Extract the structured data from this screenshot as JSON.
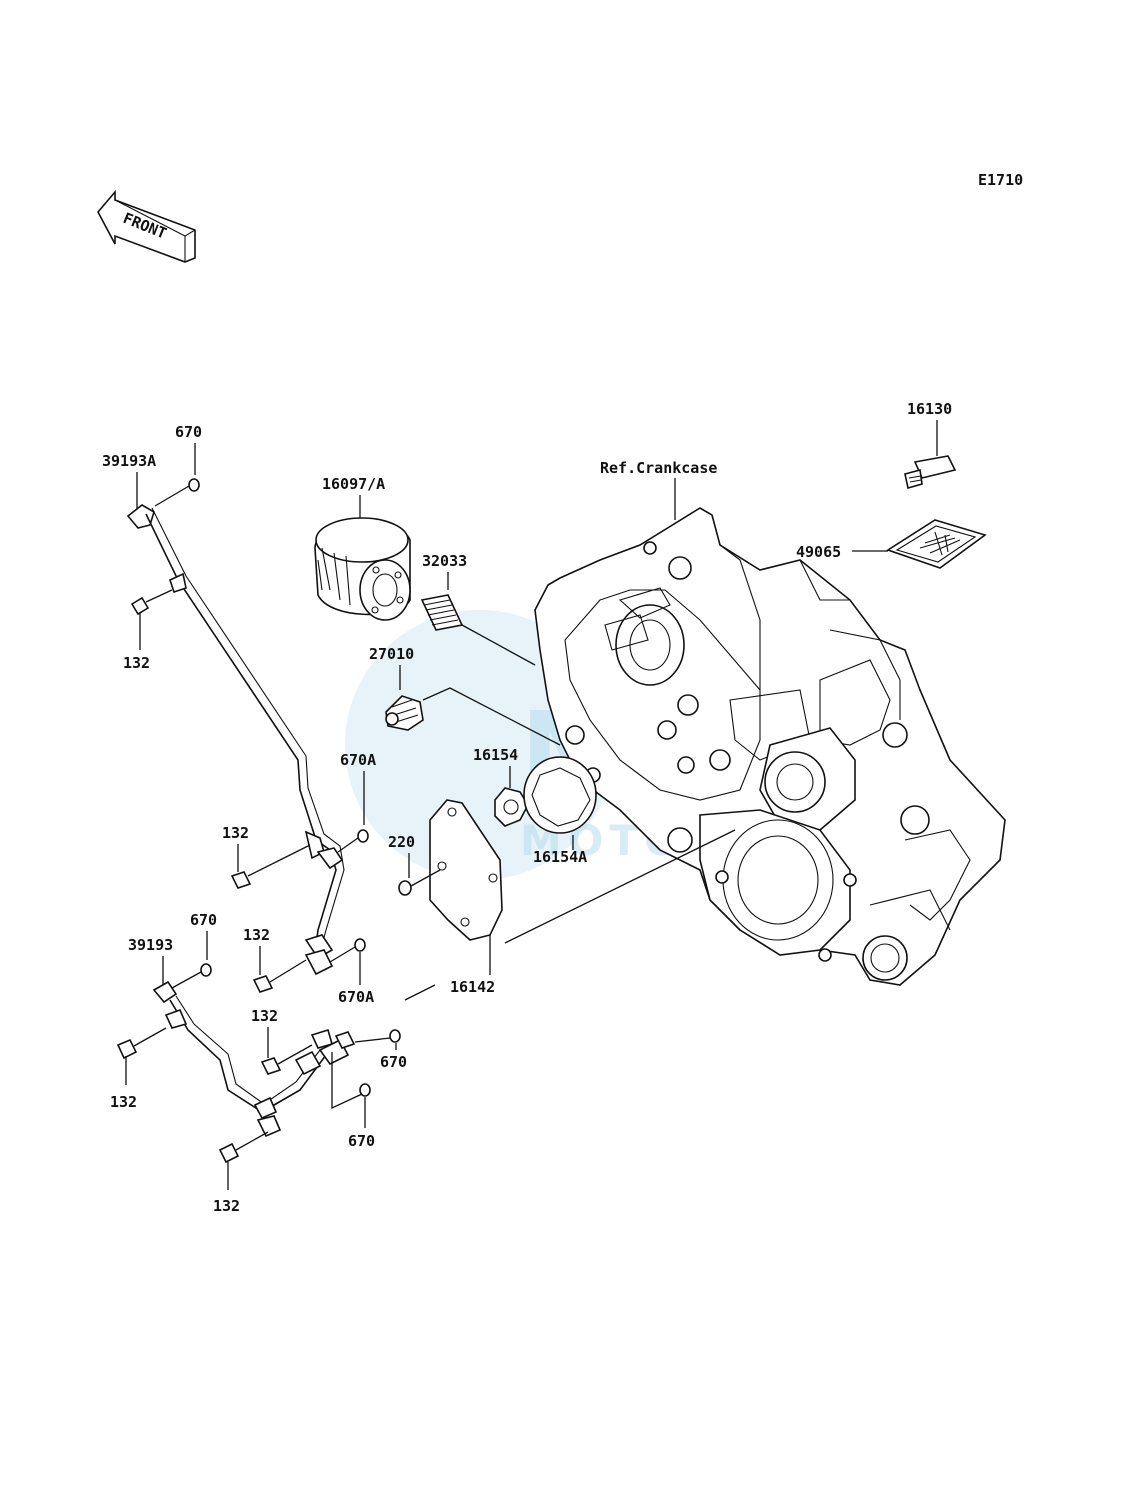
{
  "diagram_code": "E1710",
  "front_label": "FRONT",
  "reference": "Ref.Crankcase",
  "watermark": {
    "line1": "MSP",
    "line2": "MOTORPARTS"
  },
  "parts": {
    "p16130": "16130",
    "p49065": "49065",
    "p670_a": "670",
    "p39193A": "39193A",
    "p16097A": "16097/A",
    "p32033": "32033",
    "p132_a": "132",
    "p27010": "27010",
    "p16154": "16154",
    "p670A_a": "670A",
    "p132_b": "132",
    "p220": "220",
    "p16154A": "16154A",
    "p670_b": "670",
    "p39193": "39193",
    "p132_c": "132",
    "p670A_b": "670A",
    "p16142": "16142",
    "p132_d": "132",
    "p670_c": "670",
    "p132_e": "132",
    "p670_d": "670",
    "p132_f": "132"
  }
}
